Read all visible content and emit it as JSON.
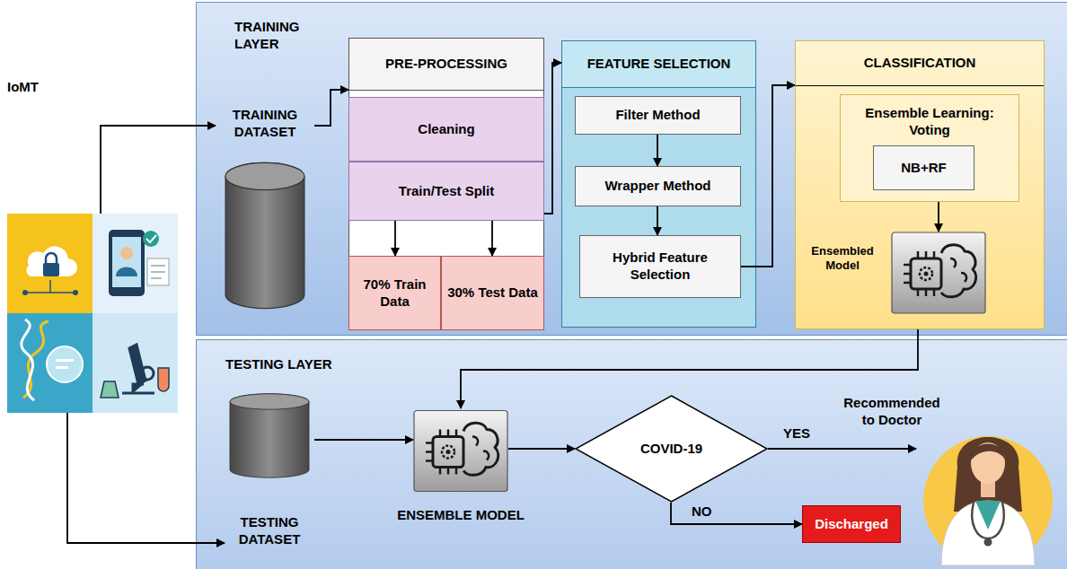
{
  "diagram": {
    "nodes": [
      {
        "text": [
          "IoMT"
        ]
      },
      {
        "text": [
          "TRAINING LAYER"
        ]
      },
      {
        "text": [
          "TRAINING DATASET"
        ],
        "in": 1
      },
      {
        "text": [
          "PRE-PROCESSING"
        ],
        "in": 1
      },
      {
        "text": [
          "Cleaning"
        ],
        "in": 3
      },
      {
        "text": [
          "Train/Test Split"
        ],
        "in": 3
      },
      {
        "text": [
          "70% Train Data"
        ],
        "in": 3
      },
      {
        "text": [
          "30% Test Data"
        ],
        "in": 3
      },
      {
        "text": [
          "FEATURE SELECTION"
        ],
        "in": 1
      },
      {
        "text": [
          "Filter Method"
        ],
        "in": 8
      },
      {
        "text": [
          "Wrapper Method"
        ],
        "in": 8
      },
      {
        "text": [
          "Hybrid Feature Selection"
        ],
        "in": 8
      },
      {
        "text": [
          "CLASSIFICATION"
        ],
        "in": 1
      },
      {
        "text": [
          "Ensemble Learning: Voting"
        ],
        "in": 12
      },
      {
        "text": [
          "NB+RF"
        ],
        "in": 13
      },
      {
        "text": [
          "Ensembled Model"
        ],
        "in": 12
      },
      {
        "text": [
          "TESTING LAYER"
        ]
      },
      {
        "text": [
          "TESTING DATASET"
        ],
        "in": 16
      },
      {
        "text": [
          "ENSEMBLE MODEL"
        ],
        "in": 16
      },
      {
        "text": [
          "COVID-19"
        ],
        "in": 16
      },
      {
        "text": [
          "Recommended to Doctor"
        ],
        "in": 16
      },
      {
        "text": [
          "Discharged"
        ],
        "in": 16
      }
    ],
    "edges": [
      {
        "from": 0,
        "to": 2,
        "arrow": "to"
      },
      {
        "from": 0,
        "to": 17,
        "arrow": "to"
      },
      {
        "from": 2,
        "to": 3,
        "arrow": "to"
      },
      {
        "from": 5,
        "to": 6,
        "arrow": "to"
      },
      {
        "from": 5,
        "to": 7,
        "arrow": "to"
      },
      {
        "from": 5,
        "to": 8,
        "arrow": "to"
      },
      {
        "from": 9,
        "to": 10,
        "arrow": "to"
      },
      {
        "from": 10,
        "to": 11,
        "arrow": "to"
      },
      {
        "from": 11,
        "to": 12,
        "arrow": "to"
      },
      {
        "from": 13,
        "to": 15,
        "arrow": "to"
      },
      {
        "from": 12,
        "to": 18,
        "arrow": "to"
      },
      {
        "from": 17,
        "to": 18,
        "arrow": "to"
      },
      {
        "from": 18,
        "to": 19,
        "arrow": "to"
      },
      {
        "from": 19,
        "to": 20,
        "label": "YES",
        "arrow": "to"
      },
      {
        "from": 19,
        "to": 21,
        "label": "NO",
        "arrow": "to"
      }
    ]
  }
}
